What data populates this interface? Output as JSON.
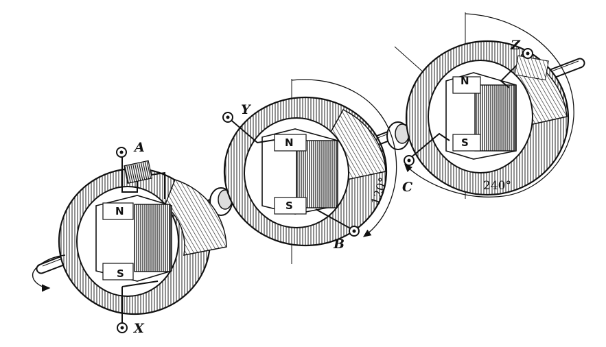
{
  "figure": {
    "units": [
      {
        "pole_n": "N",
        "pole_s": "S",
        "terminal_start": "A",
        "terminal_end": "X"
      },
      {
        "pole_n": "N",
        "pole_s": "S",
        "terminal_start": "Y",
        "terminal_end": "B"
      },
      {
        "pole_n": "N",
        "pole_s": "S",
        "terminal_start": "Z",
        "terminal_end": "C"
      }
    ],
    "angles": [
      "120°",
      "240°"
    ]
  },
  "colors": {
    "ink": "#111111",
    "paper": "#ffffff",
    "stator_face": "#e9e9e9",
    "core": "#cfcfcf"
  }
}
